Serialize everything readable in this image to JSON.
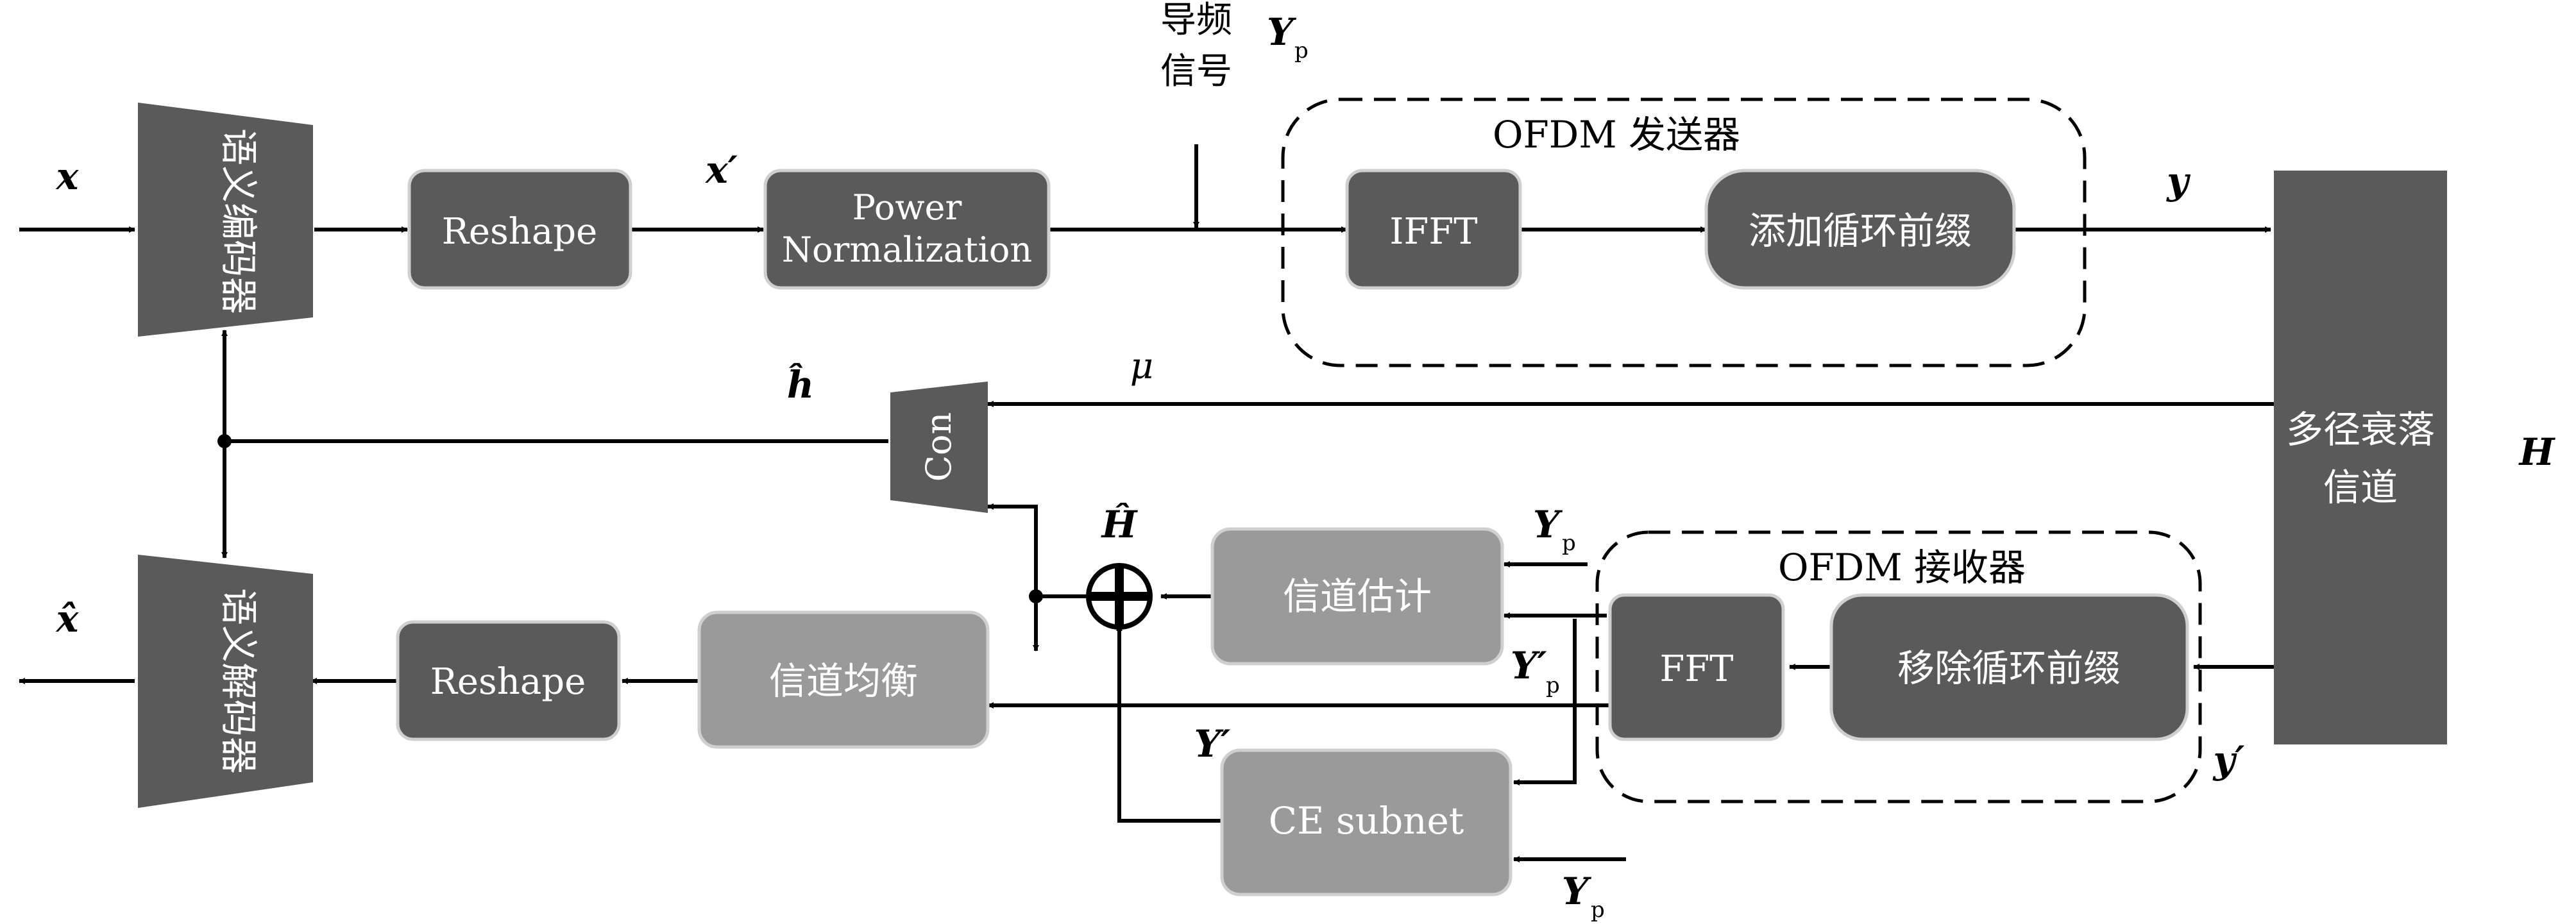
{
  "colors": {
    "dark_box": "#5a5a5a",
    "light_box": "#9a9a9a",
    "box_border": "#cfcfcf",
    "line": "#000000",
    "box_text": "#ffffff"
  },
  "blocks": {
    "semantic_encoder": "语义编码器",
    "semantic_decoder": "语义解码器",
    "reshape_top": "Reshape",
    "reshape_bottom": "Reshape",
    "power_norm_line1": "Power",
    "power_norm_line2": "Normalization",
    "ifft": "IFFT",
    "add_cp": "添加循环前缀",
    "channel_line1": "多径衰落",
    "channel_line2": "信道",
    "con": "Con",
    "channel_est": "信道估计",
    "equalizer": "信道均衡",
    "fft": "FFT",
    "remove_cp": "移除循环前缀",
    "ce_subnet": "CE subnet"
  },
  "groups": {
    "ofdm_tx": "OFDM 发送器",
    "ofdm_rx": "OFDM 接收器"
  },
  "labels": {
    "x": "x",
    "x_prime": "x′",
    "y": "y",
    "y_prime": "y′",
    "pilot_line1": "导频",
    "pilot_line2": "信号",
    "Yp_top": "Y",
    "Yp_top_sub": "p",
    "mu": "μ",
    "h_hat": "ĥ",
    "H": "H",
    "H_hat": "Ĥ",
    "Yp_est": "Y",
    "Yp_est_sub": "p",
    "Yp_prime": "Y′",
    "Yp_prime_sub": "p",
    "Y_prime": "Y′",
    "Yp_ce": "Y",
    "Yp_ce_sub": "p",
    "x_hat": "x̂"
  }
}
